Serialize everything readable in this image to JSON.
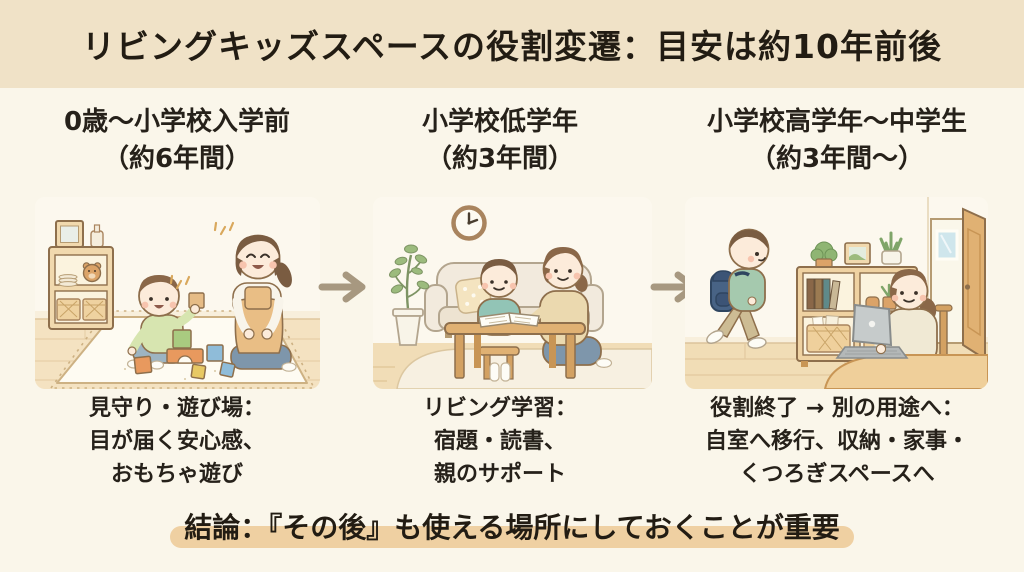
{
  "title": "リビングキッズスペースの役割変遷：目安は約10年前後",
  "stages": [
    {
      "heading": [
        "0歳〜小学校入学前",
        "（約6年間）"
      ],
      "caption": [
        "見守り・遊び場：",
        "目が届く安心感、",
        "おもちゃ遊び"
      ],
      "illustration": "mother-watching-baby-play-with-blocks"
    },
    {
      "heading": [
        "小学校低学年",
        "（約3年間）"
      ],
      "caption": [
        "リビング学習：",
        "宿題・読書、",
        "親のサポート"
      ],
      "illustration": "child-studying-at-low-table-with-parent"
    },
    {
      "heading": [
        "小学校高学年〜中学生",
        "（約3年間〜）"
      ],
      "caption": [
        "役割終了 → 別の用途へ：",
        "自室へ移行、収納・家事・",
        "くつろぎスペースへ"
      ],
      "illustration": "child-leaving-with-backpack-parent-on-laptop"
    }
  ],
  "conclusion": "結論：『その後』も使える場所にしておくことが重要",
  "colors": {
    "background": "#FAF6EA",
    "header_band": "#F0E2C7",
    "text": "#26211A",
    "arrow": "#A79880",
    "conclusion_highlight": "#EFD0A2"
  }
}
